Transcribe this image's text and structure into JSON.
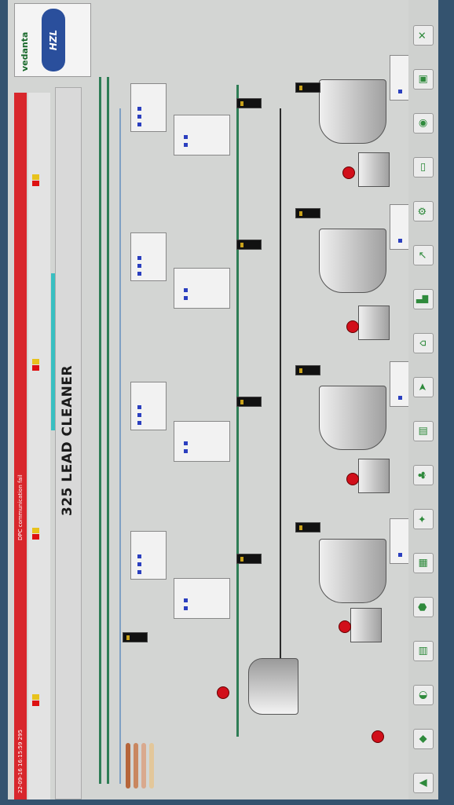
{
  "screen": {
    "title": "325 LEAD CLEANER",
    "logo": {
      "company": "vedanta",
      "badge": "HZL"
    }
  },
  "status_bar": {
    "datetime": "22-09-16  16:15:59 295",
    "alarm_text": "DPC communication fail"
  },
  "colors": {
    "alarm_red": "#d8272c",
    "pipe_green": "#2e7d55",
    "motor_red": "#d10f1a",
    "teal_banner": "#39bfc1",
    "screen_bg": "#d3d5d3"
  },
  "navigation": {
    "icons": [
      "tree-icon",
      "pump-icon",
      "valve-icon",
      "page-icon",
      "tank-icon",
      "grid-icon",
      "gear-icon",
      "leaf-icon",
      "doc-icon",
      "arrow-icon",
      "home-icon",
      "chart-icon",
      "trend-icon",
      "settings-icon",
      "folder-icon",
      "alarm-icon",
      "report-icon",
      "exit-icon"
    ]
  }
}
